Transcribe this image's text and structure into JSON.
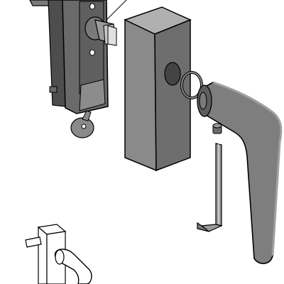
{
  "diagram": {
    "kind": "exploded-assembly-drawing",
    "parts": [
      "lock-mechanism-with-spindle",
      "key",
      "square-spacer-block",
      "o-ring",
      "lever-handle",
      "grub-screw",
      "hex-allen-key",
      "assembled-view-detail"
    ]
  },
  "colors": {
    "line": "#000000",
    "dark_metal": "#5a5a5a",
    "mid_metal": "#7a7a7a",
    "light_metal": "#a8a8a8",
    "block_front": "#8a8a8a",
    "block_side": "#6a6a6a",
    "block_top": "#b0b0b0",
    "handle": "#7e7e7e",
    "background": "#ffffff"
  }
}
